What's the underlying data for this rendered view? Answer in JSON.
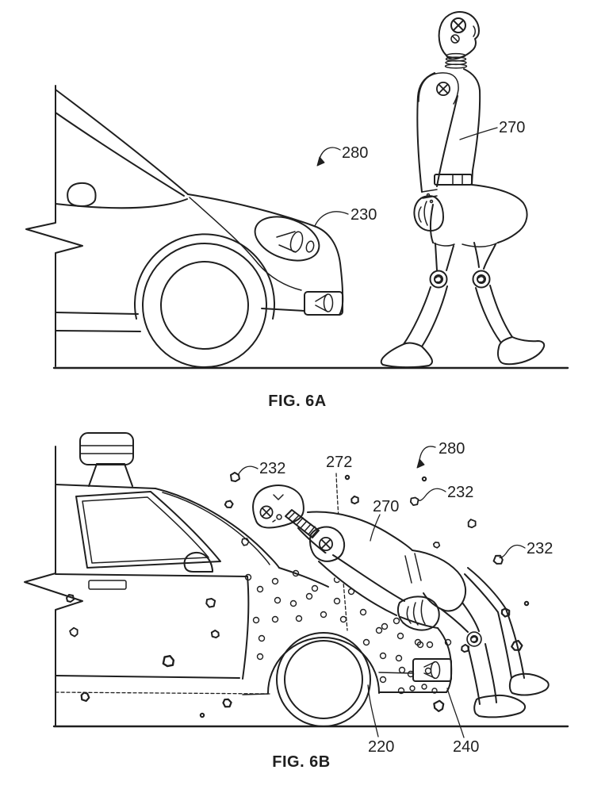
{
  "colors": {
    "ink": "#1f1f1f",
    "paper": "#ffffff"
  },
  "figure_6a": {
    "caption": "FIG. 6A",
    "labels": {
      "assembly": "280",
      "vehicle": "230",
      "test_dummy": "270"
    }
  },
  "figure_6b": {
    "caption": "FIG. 6B",
    "labels": {
      "assembly": "280",
      "test_dummy": "270",
      "centerline": "272",
      "debris_left": "232",
      "debris_right_upper": "232",
      "debris_right_lower": "232",
      "bumper": "220",
      "front_fascia": "240"
    }
  }
}
